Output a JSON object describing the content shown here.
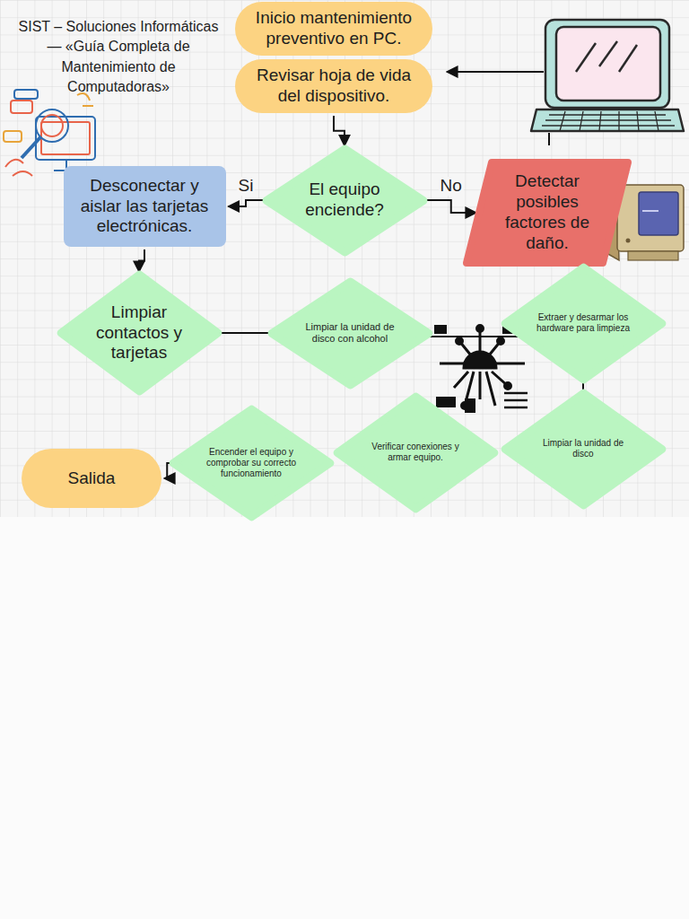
{
  "diagram": {
    "title": "SIST – Soluciones Informáticas — «Guía Completa de Mantenimiento de Computadoras»",
    "nodes": [
      {
        "text": [
          "Inicio mantenimiento preventivo en PC."
        ]
      },
      {
        "text": [
          "Revisar hoja de vida del dispositivo."
        ]
      },
      {
        "text": [
          "El equipo enciende?"
        ]
      },
      {
        "text": [
          "Desconectar y aislar las tarjetas electrónicas."
        ]
      },
      {
        "text": [
          "Detectar posibles factores de daño."
        ]
      },
      {
        "text": [
          "Limpiar contactos y tarjetas"
        ]
      },
      {
        "text": [
          "Limpiar la unidad de disco con alcohol"
        ]
      },
      {
        "text": [
          "Extraer y desarmar los hardware para limpieza"
        ]
      },
      {
        "text": [
          "Limpiar la unidad de disco"
        ]
      },
      {
        "text": [
          "Verificar conexiones y armar equipo."
        ]
      },
      {
        "text": [
          "Encender el equipo y comprobar su correcto funcionamiento"
        ]
      },
      {
        "text": [
          "Salida"
        ]
      }
    ],
    "edges": [
      {
        "from": 1,
        "to": 2,
        "arrow": "to"
      },
      {
        "from": 2,
        "to": 3,
        "label": "Si",
        "arrow": "to"
      },
      {
        "from": 2,
        "to": 4,
        "label": "No",
        "arrow": "to"
      },
      {
        "from": 3,
        "to": 5,
        "arrow": "to"
      },
      {
        "from": 6,
        "to": 5,
        "arrow": "none"
      },
      {
        "from": 7,
        "to": 8,
        "arrow": "none"
      },
      {
        "from": 10,
        "to": 11,
        "arrow": "to"
      }
    ]
  }
}
